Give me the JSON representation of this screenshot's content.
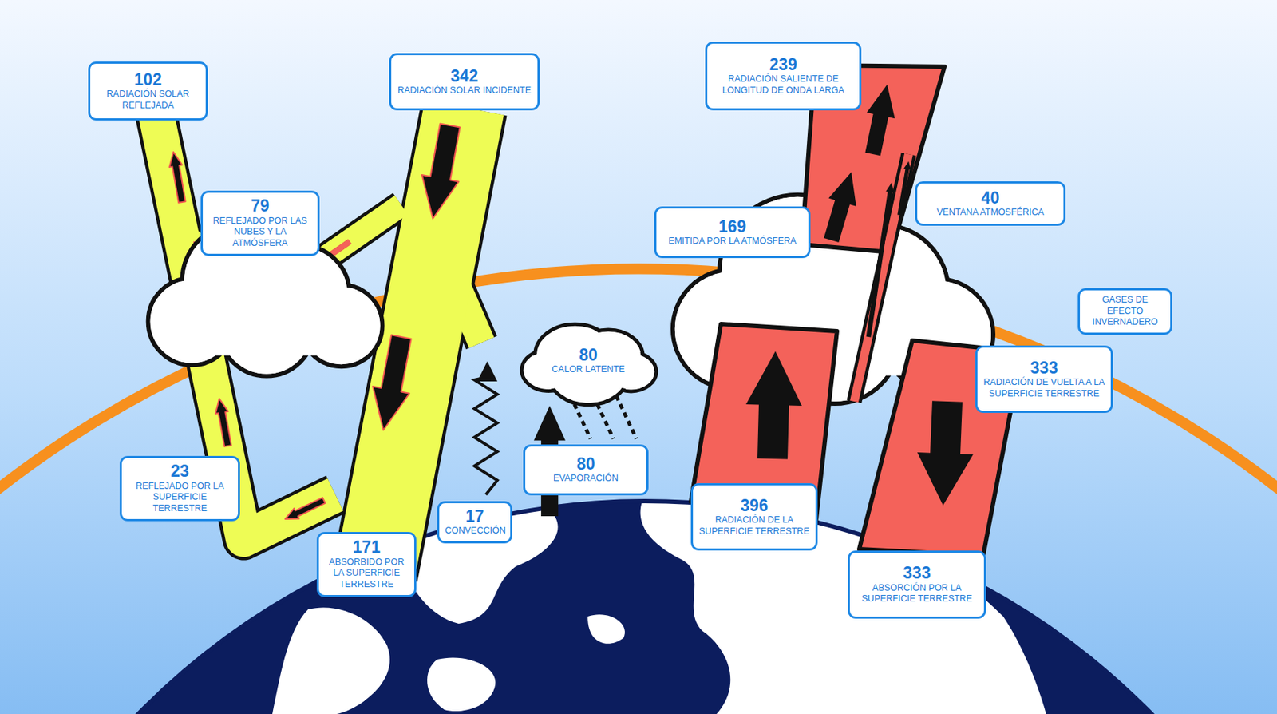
{
  "diagram": {
    "nodes": [
      {
        "text": [
          "102",
          "RADIACIÓN SOLAR REFLEJADA"
        ]
      },
      {
        "text": [
          "342",
          "RADIACIÓN SOLAR INCIDENTE"
        ]
      },
      {
        "text": [
          "239",
          "RADIACIÓN SALIENTE DE LONGITUD DE ONDA LARGA"
        ]
      },
      {
        "text": [
          "79",
          "REFLEJADO POR LAS NUBES Y LA ATMÓSFERA"
        ]
      },
      {
        "text": [
          "169",
          "EMITIDA POR LA ATMÓSFERA"
        ]
      },
      {
        "text": [
          "40",
          "VENTANA ATMOSFÉRICA"
        ]
      },
      {
        "text": [
          "GASES DE EFECTO INVERNADERO"
        ]
      },
      {
        "text": [
          "80",
          "CALOR LATENTE"
        ]
      },
      {
        "text": [
          "333",
          "RADIACIÓN DE VUELTA A LA SUPERFICIE TERRESTRE"
        ]
      },
      {
        "text": [
          "80",
          "EVAPORACIÓN"
        ]
      },
      {
        "text": [
          "23",
          "REFLEJADO POR LA SUPERFICIE TERRESTRE"
        ]
      },
      {
        "text": [
          "17",
          "CONVECCIÓN"
        ]
      },
      {
        "text": [
          "396",
          "RADIACIÓN DE LA SUPERFICIE TERRESTRE"
        ]
      },
      {
        "text": [
          "171",
          "ABSORBIDO POR LA SUPERFICIE TERRESTRE"
        ]
      },
      {
        "text": [
          "333",
          "ABSORCIÓN POR LA SUPERFICIE TERRESTRE"
        ]
      }
    ]
  }
}
